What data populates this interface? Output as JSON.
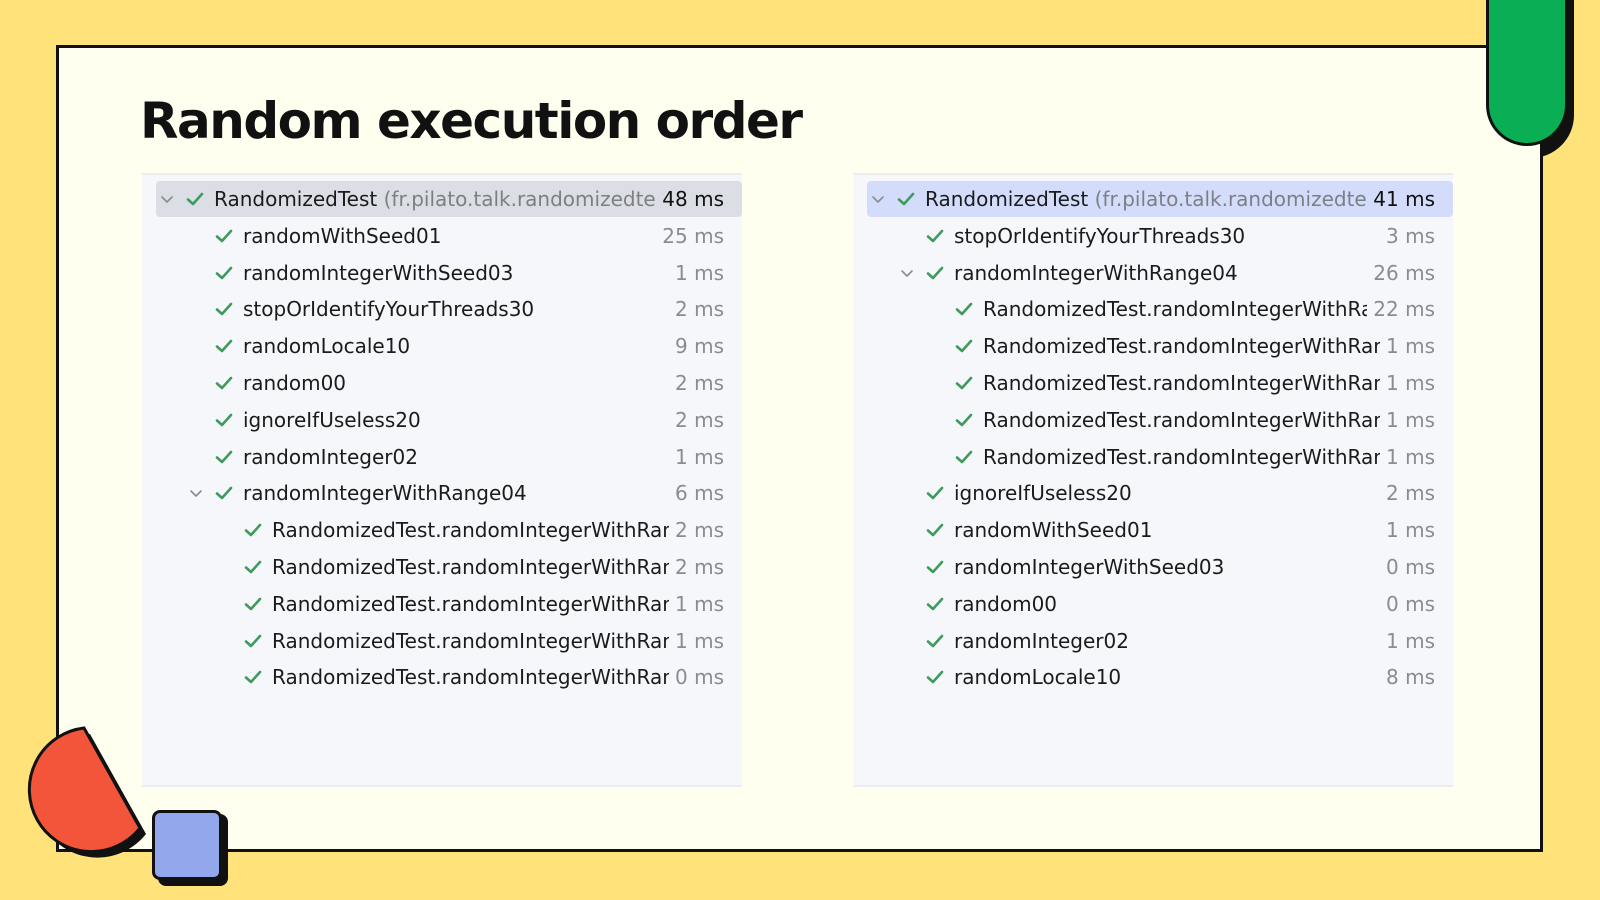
{
  "title": "Random execution order",
  "colors": {
    "background": "#FFE27A",
    "slide": "#FFFFF0",
    "check": "#3E9B5C",
    "green_deco": "#0AAF55",
    "red_deco": "#F2553A",
    "blue_deco": "#93A8EC"
  },
  "icons": {
    "check": "check-icon",
    "expand": "chevron-down-icon"
  },
  "left_tree": {
    "root": {
      "name": "RandomizedTest",
      "package": "(fr.pilato.talk.randomizedtesting)",
      "time": "48 ms"
    },
    "items": [
      {
        "name": "randomWithSeed01",
        "time": "25 ms",
        "level": 1
      },
      {
        "name": "randomIntegerWithSeed03",
        "time": "1 ms",
        "level": 1
      },
      {
        "name": "stopOrIdentifyYourThreads30",
        "time": "2 ms",
        "level": 1
      },
      {
        "name": "randomLocale10",
        "time": "9 ms",
        "level": 1
      },
      {
        "name": "random00",
        "time": "2 ms",
        "level": 1
      },
      {
        "name": "ignoreIfUseless20",
        "time": "2 ms",
        "level": 1
      },
      {
        "name": "randomInteger02",
        "time": "1 ms",
        "level": 1
      },
      {
        "name": "randomIntegerWithRange04",
        "time": "6 ms",
        "level": 1,
        "expanded": true
      },
      {
        "name": "RandomizedTest.randomIntegerWithRange",
        "time": "2 ms",
        "level": 2
      },
      {
        "name": "RandomizedTest.randomIntegerWithRange",
        "time": "2 ms",
        "level": 2
      },
      {
        "name": "RandomizedTest.randomIntegerWithRange",
        "time": "1 ms",
        "level": 2
      },
      {
        "name": "RandomizedTest.randomIntegerWithRange",
        "time": "1 ms",
        "level": 2
      },
      {
        "name": "RandomizedTest.randomIntegerWithRange",
        "time": "0 ms",
        "level": 2
      }
    ]
  },
  "right_tree": {
    "root": {
      "name": "RandomizedTest",
      "package": "(fr.pilato.talk.randomizedtesting)",
      "time": "41 ms"
    },
    "items": [
      {
        "name": "stopOrIdentifyYourThreads30",
        "time": "3 ms",
        "level": 1
      },
      {
        "name": "randomIntegerWithRange04",
        "time": "26 ms",
        "level": 1,
        "expanded": true
      },
      {
        "name": "RandomizedTest.randomIntegerWithRange",
        "time": "22 ms",
        "level": 2
      },
      {
        "name": "RandomizedTest.randomIntegerWithRange",
        "time": "1 ms",
        "level": 2
      },
      {
        "name": "RandomizedTest.randomIntegerWithRange",
        "time": "1 ms",
        "level": 2
      },
      {
        "name": "RandomizedTest.randomIntegerWithRange",
        "time": "1 ms",
        "level": 2
      },
      {
        "name": "RandomizedTest.randomIntegerWithRange",
        "time": "1 ms",
        "level": 2
      },
      {
        "name": "ignoreIfUseless20",
        "time": "2 ms",
        "level": 1
      },
      {
        "name": "randomWithSeed01",
        "time": "1 ms",
        "level": 1
      },
      {
        "name": "randomIntegerWithSeed03",
        "time": "0 ms",
        "level": 1
      },
      {
        "name": "random00",
        "time": "0 ms",
        "level": 1
      },
      {
        "name": "randomInteger02",
        "time": "1 ms",
        "level": 1
      },
      {
        "name": "randomLocale10",
        "time": "8 ms",
        "level": 1
      }
    ]
  }
}
